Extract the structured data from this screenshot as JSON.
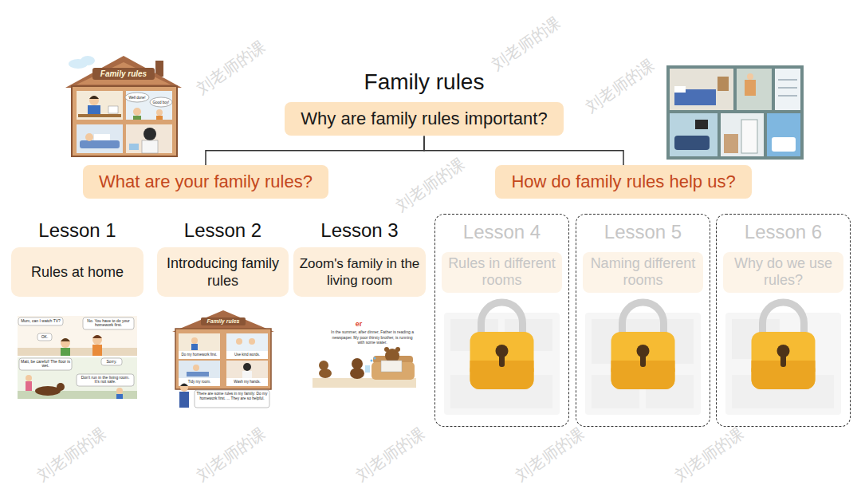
{
  "diagram": {
    "title": "Family rules",
    "nodes": [
      {
        "text": [
          "Why are family rules important?"
        ]
      },
      {
        "text": [
          "What are your family rules?"
        ]
      },
      {
        "text": [
          "How do family rules help us?"
        ]
      },
      {
        "text": [
          "Lesson 1",
          "Rules at home"
        ]
      },
      {
        "text": [
          "Lesson 2",
          "Introducing family rules"
        ]
      },
      {
        "text": [
          "Lesson 3",
          "Zoom's family in the living room"
        ]
      },
      {
        "text": [
          "Lesson 4",
          "Rules in different rooms"
        ]
      },
      {
        "text": [
          "Lesson 5",
          "Naming different rooms"
        ]
      },
      {
        "text": [
          "Lesson 6",
          "Why do we use rules?"
        ]
      }
    ],
    "edges": [
      {
        "from": 0,
        "to": 1,
        "arrow": "none"
      },
      {
        "from": 0,
        "to": 2,
        "arrow": "none"
      }
    ],
    "labels": [
      "Family rules",
      "Well done!",
      "Good boy!",
      "Mum, can I watch TV?",
      "No. You have to do your homework first.",
      "OK.",
      "Matt, be careful! The floor is wet.",
      "Sorry.",
      "Don't run in the living room. It's not safe.",
      "Family rules",
      "Do my homework first.",
      "Use kind words.",
      "Tidy my room.",
      "Wash my hands.",
      "There are some rules in my family: Do my homework first. ... They are so helpful.",
      "er",
      "In the summer, after dinner, Father is reading a newspaper. My poor thirsty brother, is running with some water.",
      "刘老师的课",
      "刘老师的课",
      "刘老师的课",
      "刘老师的课",
      "刘老师的课",
      "刘老师的课",
      "刘老师的课",
      "刘老师的课",
      "刘老师的课"
    ]
  }
}
